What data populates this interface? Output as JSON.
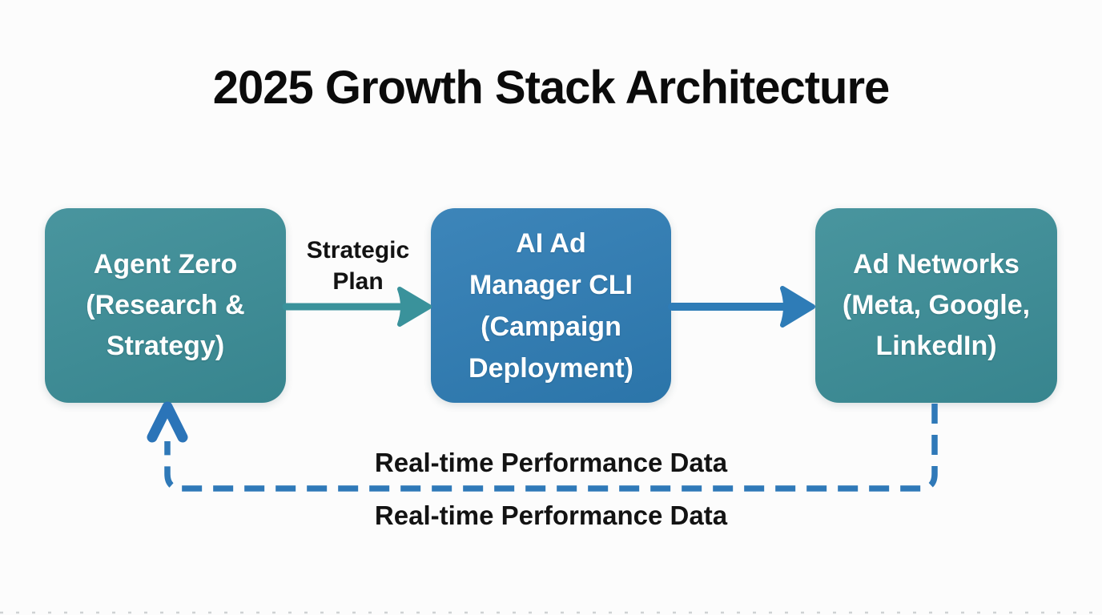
{
  "title": "2025 Growth Stack Architecture",
  "colors": {
    "background": "#fcfcfc",
    "teal": "#3b8d97",
    "blue": "#2e7cb4",
    "arrow_teal": "#3a929b",
    "arrow_blue": "#2e7cb7",
    "feedback_blue": "#2f79b8",
    "feedback_head_blue": "#2b74b8",
    "title_text": "#0b0b0b",
    "label_text": "#131313",
    "node_text": "#ffffff",
    "edge_artifact_gray": "#9aa0a3"
  },
  "nodes": [
    {
      "name": "agent-zero",
      "color": "teal",
      "lines": [
        "Agent Zero",
        "(Research &",
        "Strategy)"
      ]
    },
    {
      "name": "ai-ad-manager-cli",
      "color": "blue",
      "lines": [
        "AI Ad",
        "Manager CLI",
        "(Campaign",
        "Deployment)"
      ]
    },
    {
      "name": "ad-networks",
      "color": "teal",
      "lines": [
        "Ad Networks",
        "(Meta, Google,",
        "LinkedIn)"
      ]
    }
  ],
  "labels": {
    "strategic_plan": "Strategic Plan",
    "feedback_above": "Real-time Performance Data",
    "feedback_below": "Real-time Performance Data"
  }
}
